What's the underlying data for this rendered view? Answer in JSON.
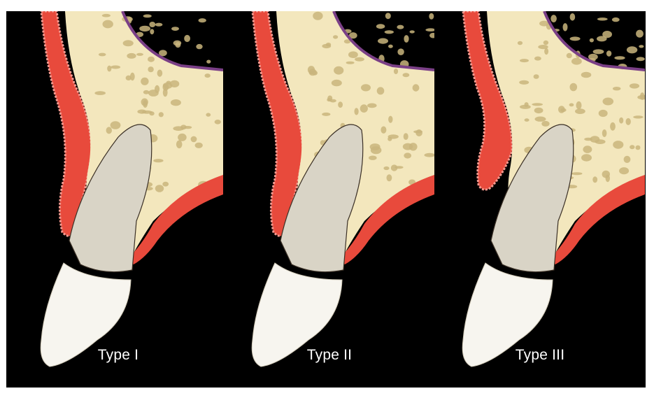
{
  "panels": [
    {
      "label": "Type I"
    },
    {
      "label": "Type II"
    },
    {
      "label": "Type III"
    }
  ],
  "colors": {
    "background": "#000000",
    "gingiva": "#e84a3c",
    "mucosa_edge": "#f29a90",
    "bone": "#f3e7bd",
    "bone_pores": "#c9b57c",
    "root": "#d9d4c6",
    "crown": "#f7f5ef",
    "periosteum": "#7a3f86"
  }
}
